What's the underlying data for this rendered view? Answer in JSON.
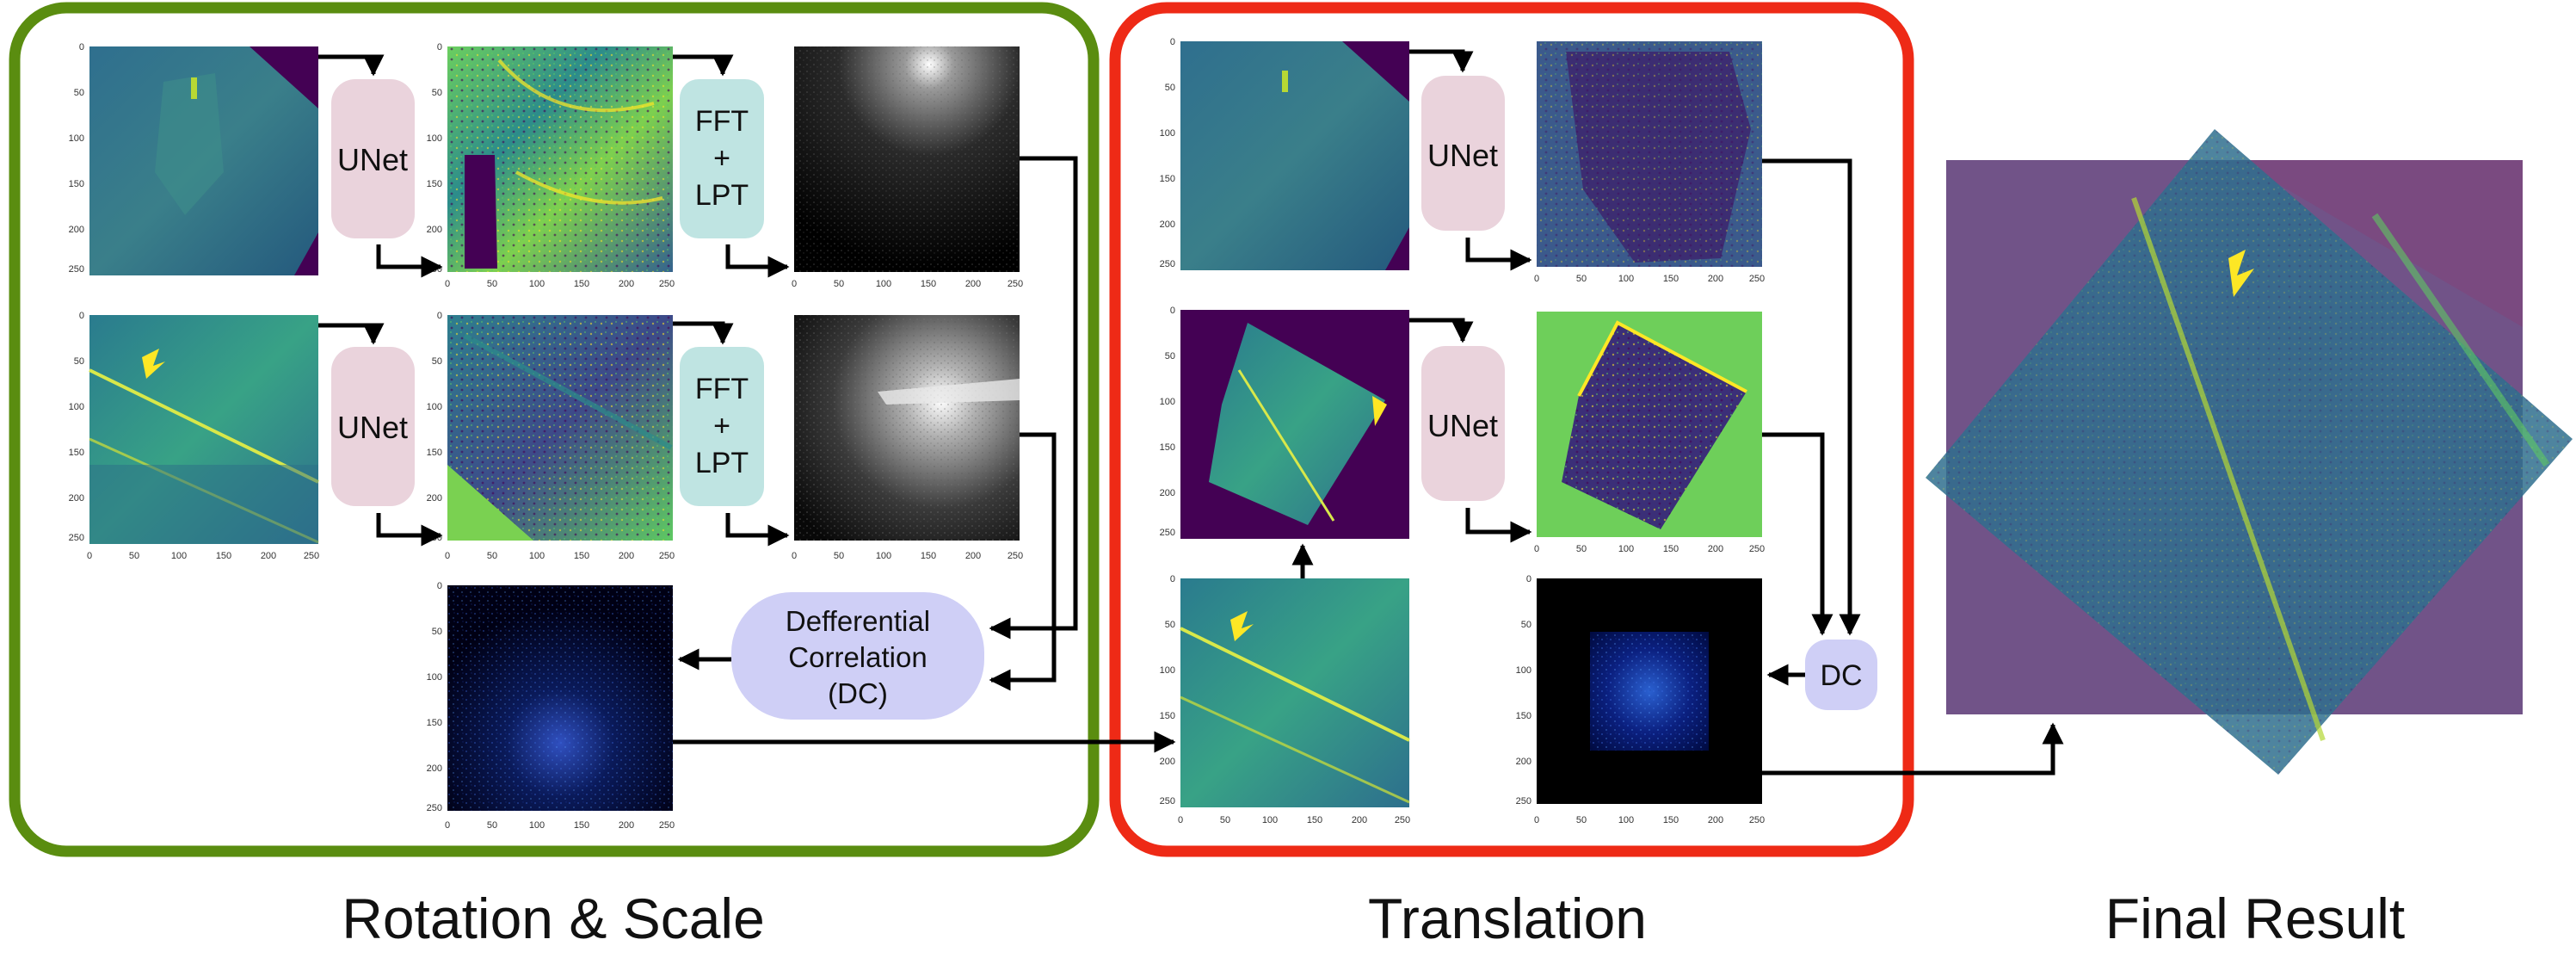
{
  "sections": {
    "rotation_scale": "Rotation & Scale",
    "translation": "Translation",
    "final_result": "Final Result"
  },
  "blocks": {
    "unet": "UNet",
    "fft_line1": "FFT",
    "fft_line2": "+",
    "fft_line3": "LPT",
    "dc_line1": "Defferential",
    "dc_line2": "Correlation",
    "dc_line3": "(DC)",
    "dc_short": "DC"
  },
  "ticks": {
    "y": [
      "0",
      "50",
      "100",
      "150",
      "200",
      "250"
    ],
    "x": [
      "0",
      "50",
      "100",
      "150",
      "200",
      "250"
    ]
  },
  "colors": {
    "green_frame": "#5a8d10",
    "red_frame": "#ee2a16",
    "unet_fill": "#ead3dc",
    "fft_fill": "#bfe4e2",
    "dc_fill": "#cfcff6",
    "viridis_dark": "#440154",
    "viridis_blue": "#2f6f8e",
    "viridis_teal": "#21918c",
    "viridis_green": "#5ec962",
    "viridis_yellow": "#fde725",
    "overlay_purple": "#7a4a80"
  }
}
